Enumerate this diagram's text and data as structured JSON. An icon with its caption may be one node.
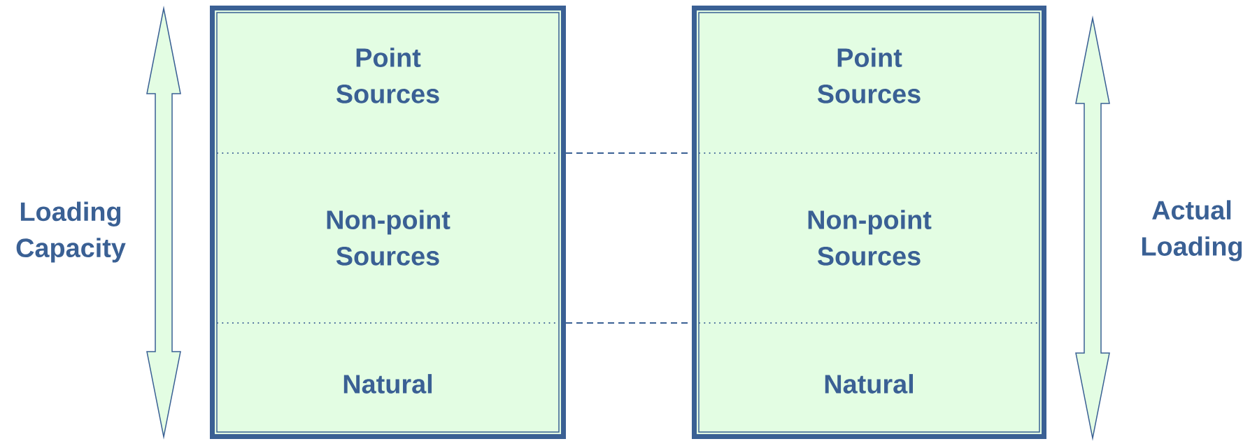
{
  "diagram": {
    "nodes": [
      {
        "text": [],
        "shape": "box"
      },
      {
        "text": [
          "Point Sources"
        ],
        "in": 0
      },
      {
        "text": [
          "Non-point Sources"
        ],
        "in": 0
      },
      {
        "text": [
          "Natural"
        ],
        "in": 0
      },
      {
        "text": [],
        "shape": "box"
      },
      {
        "text": [
          "Point Sources"
        ],
        "in": 4
      },
      {
        "text": [
          "Non-point Sources"
        ],
        "in": 4
      },
      {
        "text": [
          "Natural"
        ],
        "in": 4
      }
    ],
    "edges": [
      {
        "from": 0,
        "to": 4,
        "arrow": "none",
        "style": "dashed"
      },
      {
        "from": 0,
        "to": 4,
        "arrow": "none",
        "style": "dashed"
      }
    ],
    "labels": [
      "Loading Capacity",
      "Actual Loading"
    ]
  }
}
